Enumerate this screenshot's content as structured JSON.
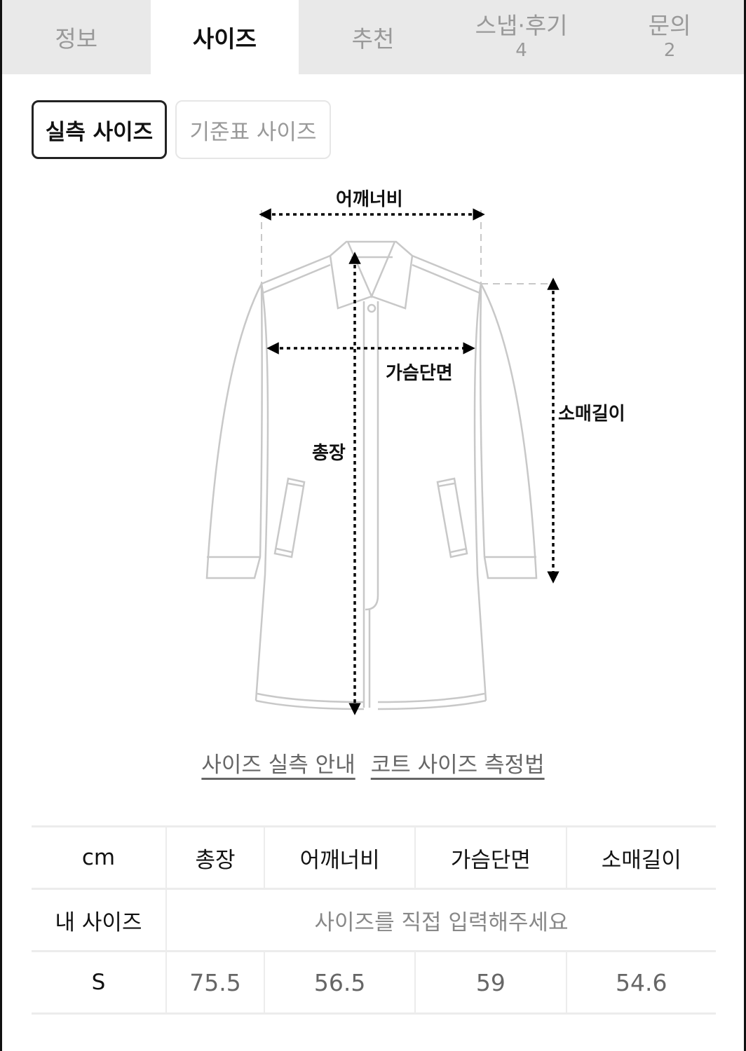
{
  "tabs": [
    {
      "label": "정보",
      "count": null,
      "active": false
    },
    {
      "label": "사이즈",
      "count": null,
      "active": true
    },
    {
      "label": "추천",
      "count": null,
      "active": false
    },
    {
      "label": "스냅·후기",
      "count": "4",
      "active": false
    },
    {
      "label": "문의",
      "count": "2",
      "active": false
    }
  ],
  "size_toggle": {
    "measured": "실측 사이즈",
    "standard": "기준표 사이즈"
  },
  "diagram": {
    "shoulder": "어깨너비",
    "chest": "가슴단면",
    "length": "총장",
    "sleeve": "소매길이"
  },
  "links": {
    "guide": "사이즈 실측 안내",
    "method": "코트 사이즈 측정법"
  },
  "table": {
    "unit": "cm",
    "headers": [
      "총장",
      "어깨너비",
      "가슴단면",
      "소매길이"
    ],
    "my_size_label": "내 사이즈",
    "my_size_placeholder": "사이즈를 직접 입력해주세요",
    "rows": [
      {
        "size": "S",
        "values": [
          "75.5",
          "56.5",
          "59",
          "54.6"
        ]
      }
    ]
  },
  "colors": {
    "active_text": "#111111",
    "inactive_text": "#999999",
    "tab_bg": "#e9e9e9",
    "line": "#c8c8c8"
  }
}
